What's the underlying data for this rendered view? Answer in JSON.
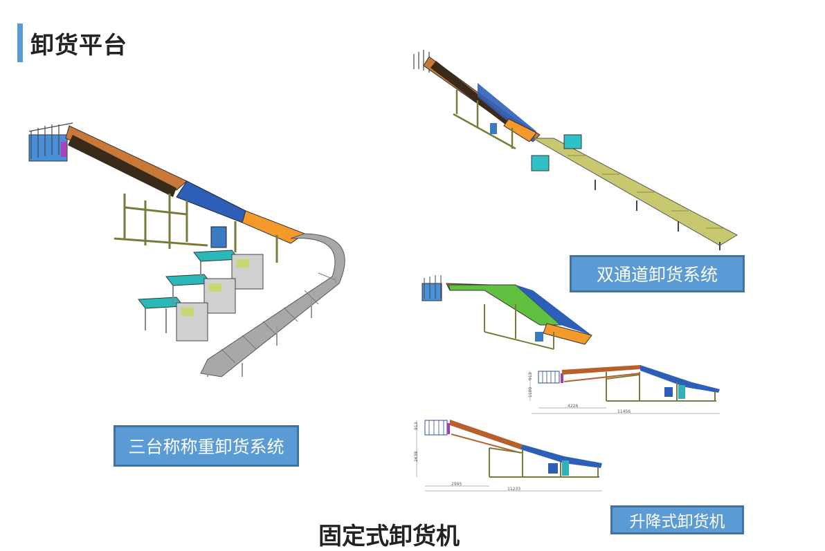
{
  "page": {
    "title": "卸货平台",
    "accent_color": "#5b9bd5",
    "bottom_title": "固定式卸货机"
  },
  "labels": {
    "three_scale": "三台称称重卸货系统",
    "dual_channel": "双通道卸货系统",
    "lifting": "升降式卸货机"
  },
  "drawings": {
    "top": {
      "dims": [
        "913",
        "1100",
        "4226",
        "11456"
      ]
    },
    "bottom": {
      "dims": [
        "913",
        "2638",
        "2995",
        "11233"
      ]
    }
  }
}
